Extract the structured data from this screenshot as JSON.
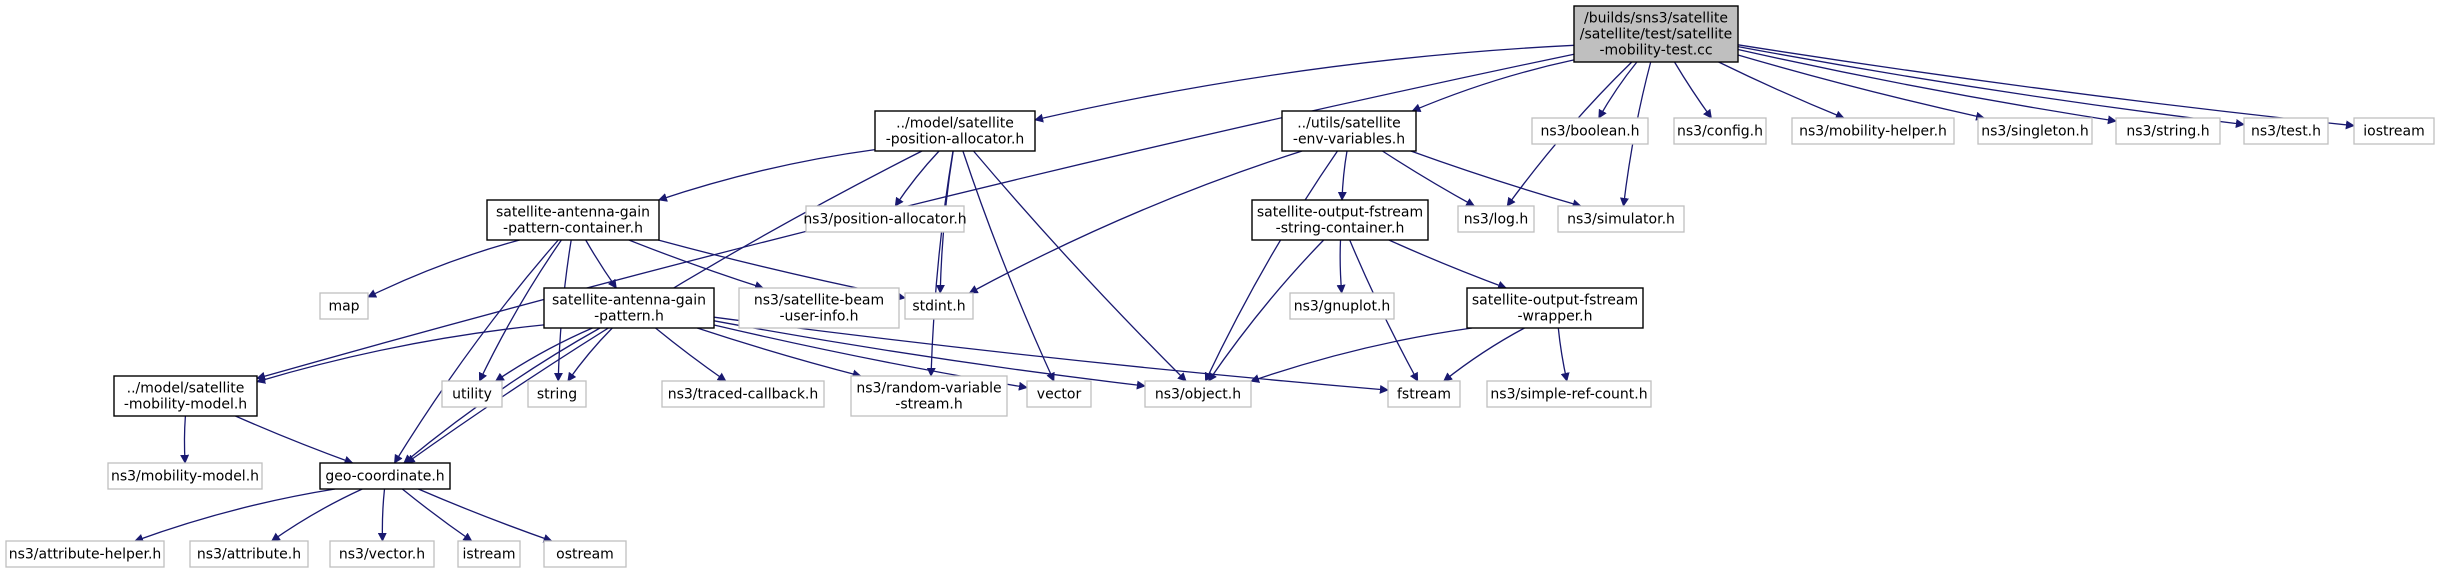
{
  "diagram": {
    "nodes": [
      {
        "id": "main",
        "kind": "main",
        "lines": [
          "/builds/sns3/satellite",
          "/satellite/test/satellite",
          "-mobility-test.cc"
        ]
      },
      {
        "id": "pos_alloc",
        "kind": "local",
        "lines": [
          "../model/satellite",
          "-position-allocator.h"
        ]
      },
      {
        "id": "env_vars",
        "kind": "local",
        "lines": [
          "../utils/satellite",
          "-env-variables.h"
        ]
      },
      {
        "id": "boolean",
        "kind": "external",
        "lines": [
          "ns3/boolean.h"
        ]
      },
      {
        "id": "config",
        "kind": "external",
        "lines": [
          "ns3/config.h"
        ]
      },
      {
        "id": "mob_helper",
        "kind": "external",
        "lines": [
          "ns3/mobility-helper.h"
        ]
      },
      {
        "id": "singleton",
        "kind": "external",
        "lines": [
          "ns3/singleton.h"
        ]
      },
      {
        "id": "ns3string",
        "kind": "external",
        "lines": [
          "ns3/string.h"
        ]
      },
      {
        "id": "test",
        "kind": "external",
        "lines": [
          "ns3/test.h"
        ]
      },
      {
        "id": "iostream",
        "kind": "external",
        "lines": [
          "iostream"
        ]
      },
      {
        "id": "gain_container",
        "kind": "local",
        "lines": [
          "satellite-antenna-gain",
          "-pattern-container.h"
        ]
      },
      {
        "id": "ns3_pos_alloc",
        "kind": "external",
        "lines": [
          "ns3/position-allocator.h"
        ]
      },
      {
        "id": "out_string",
        "kind": "local",
        "lines": [
          "satellite-output-fstream",
          "-string-container.h"
        ]
      },
      {
        "id": "log",
        "kind": "external",
        "lines": [
          "ns3/log.h"
        ]
      },
      {
        "id": "simulator",
        "kind": "external",
        "lines": [
          "ns3/simulator.h"
        ]
      },
      {
        "id": "map",
        "kind": "external",
        "lines": [
          "map"
        ]
      },
      {
        "id": "gain_pattern",
        "kind": "local",
        "lines": [
          "satellite-antenna-gain",
          "-pattern.h"
        ]
      },
      {
        "id": "beam_user",
        "kind": "external",
        "lines": [
          "ns3/satellite-beam",
          "-user-info.h"
        ]
      },
      {
        "id": "stdint",
        "kind": "external",
        "lines": [
          "stdint.h"
        ]
      },
      {
        "id": "gnuplot",
        "kind": "external",
        "lines": [
          "ns3/gnuplot.h"
        ]
      },
      {
        "id": "out_wrapper",
        "kind": "local",
        "lines": [
          "satellite-output-fstream",
          "-wrapper.h"
        ]
      },
      {
        "id": "mob_model",
        "kind": "local",
        "lines": [
          "../model/satellite",
          "-mobility-model.h"
        ]
      },
      {
        "id": "utility",
        "kind": "external",
        "lines": [
          "utility"
        ]
      },
      {
        "id": "string",
        "kind": "external",
        "lines": [
          "string"
        ]
      },
      {
        "id": "traced",
        "kind": "external",
        "lines": [
          "ns3/traced-callback.h"
        ]
      },
      {
        "id": "random",
        "kind": "external",
        "lines": [
          "ns3/random-variable",
          "-stream.h"
        ]
      },
      {
        "id": "vector",
        "kind": "external",
        "lines": [
          "vector"
        ]
      },
      {
        "id": "object",
        "kind": "external",
        "lines": [
          "ns3/object.h"
        ]
      },
      {
        "id": "fstream",
        "kind": "external",
        "lines": [
          "fstream"
        ]
      },
      {
        "id": "simple_ref",
        "kind": "external",
        "lines": [
          "ns3/simple-ref-count.h"
        ]
      },
      {
        "id": "ns3_mob_model",
        "kind": "external",
        "lines": [
          "ns3/mobility-model.h"
        ]
      },
      {
        "id": "geo",
        "kind": "local",
        "lines": [
          "geo-coordinate.h"
        ]
      },
      {
        "id": "attr_helper",
        "kind": "external",
        "lines": [
          "ns3/attribute-helper.h"
        ]
      },
      {
        "id": "attribute",
        "kind": "external",
        "lines": [
          "ns3/attribute.h"
        ]
      },
      {
        "id": "ns3vector",
        "kind": "external",
        "lines": [
          "ns3/vector.h"
        ]
      },
      {
        "id": "istream",
        "kind": "external",
        "lines": [
          "istream"
        ]
      },
      {
        "id": "ostream",
        "kind": "external",
        "lines": [
          "ostream"
        ]
      }
    ],
    "edges": [
      [
        "main",
        "pos_alloc"
      ],
      [
        "main",
        "env_vars"
      ],
      [
        "main",
        "boolean"
      ],
      [
        "main",
        "config"
      ],
      [
        "main",
        "mob_helper"
      ],
      [
        "main",
        "singleton"
      ],
      [
        "main",
        "ns3string"
      ],
      [
        "main",
        "test"
      ],
      [
        "main",
        "iostream"
      ],
      [
        "main",
        "mob_model"
      ],
      [
        "main",
        "log"
      ],
      [
        "main",
        "simulator"
      ],
      [
        "pos_alloc",
        "gain_container"
      ],
      [
        "pos_alloc",
        "ns3_pos_alloc"
      ],
      [
        "pos_alloc",
        "stdint"
      ],
      [
        "pos_alloc",
        "geo"
      ],
      [
        "pos_alloc",
        "random"
      ],
      [
        "pos_alloc",
        "vector"
      ],
      [
        "pos_alloc",
        "object"
      ],
      [
        "env_vars",
        "out_string"
      ],
      [
        "env_vars",
        "log"
      ],
      [
        "env_vars",
        "simulator"
      ],
      [
        "env_vars",
        "stdint"
      ],
      [
        "env_vars",
        "object"
      ],
      [
        "gain_container",
        "map"
      ],
      [
        "gain_container",
        "gain_pattern"
      ],
      [
        "gain_container",
        "beam_user"
      ],
      [
        "gain_container",
        "stdint"
      ],
      [
        "gain_container",
        "utility"
      ],
      [
        "gain_container",
        "string"
      ],
      [
        "gain_container",
        "geo"
      ],
      [
        "out_string",
        "gnuplot"
      ],
      [
        "out_string",
        "out_wrapper"
      ],
      [
        "out_string",
        "fstream"
      ],
      [
        "out_string",
        "object"
      ],
      [
        "out_wrapper",
        "fstream"
      ],
      [
        "out_wrapper",
        "simple_ref"
      ],
      [
        "out_wrapper",
        "object"
      ],
      [
        "gain_pattern",
        "mob_model"
      ],
      [
        "gain_pattern",
        "utility"
      ],
      [
        "gain_pattern",
        "string"
      ],
      [
        "gain_pattern",
        "traced"
      ],
      [
        "gain_pattern",
        "random"
      ],
      [
        "gain_pattern",
        "vector"
      ],
      [
        "gain_pattern",
        "object"
      ],
      [
        "gain_pattern",
        "fstream"
      ],
      [
        "gain_pattern",
        "geo"
      ],
      [
        "mob_model",
        "ns3_mob_model"
      ],
      [
        "mob_model",
        "geo"
      ],
      [
        "geo",
        "attr_helper"
      ],
      [
        "geo",
        "attribute"
      ],
      [
        "geo",
        "ns3vector"
      ],
      [
        "geo",
        "istream"
      ],
      [
        "geo",
        "ostream"
      ]
    ]
  }
}
